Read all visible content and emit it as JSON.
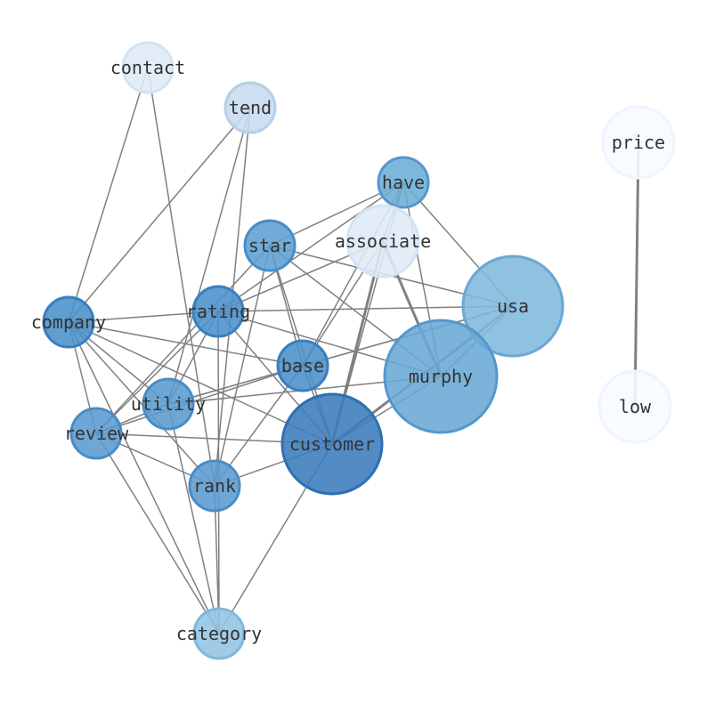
{
  "network": {
    "nodes": [
      {
        "id": "contact",
        "label": "contact",
        "color": "#deebf7"
      },
      {
        "id": "tend",
        "label": "tend",
        "color": "#c6dbef"
      },
      {
        "id": "price",
        "label": "price",
        "color": "#f7fbff"
      },
      {
        "id": "have",
        "label": "have",
        "color": "#6baed6"
      },
      {
        "id": "star",
        "label": "star",
        "color": "#5f9fd2"
      },
      {
        "id": "associate",
        "label": "associate",
        "color": "#deebf7"
      },
      {
        "id": "usa",
        "label": "usa",
        "color": "#7fb8dc"
      },
      {
        "id": "company",
        "label": "company",
        "color": "#4a90c9"
      },
      {
        "id": "rating",
        "label": "rating",
        "color": "#4a90c9"
      },
      {
        "id": "base",
        "label": "base",
        "color": "#4a90c9"
      },
      {
        "id": "murphy",
        "label": "murphy",
        "color": "#6aa8d5"
      },
      {
        "id": "low",
        "label": "low",
        "color": "#f7fbff"
      },
      {
        "id": "utility",
        "label": "utility",
        "color": "#5a9bd0"
      },
      {
        "id": "review",
        "label": "review",
        "color": "#5a9bd0"
      },
      {
        "id": "customer",
        "label": "customer",
        "color": "#3b7bbd"
      },
      {
        "id": "rank",
        "label": "rank",
        "color": "#5a9bd0"
      },
      {
        "id": "category",
        "label": "category",
        "color": "#92c4e2"
      }
    ],
    "edges": [
      {
        "source": "contact",
        "target": "company"
      },
      {
        "source": "contact",
        "target": "rank"
      },
      {
        "source": "tend",
        "target": "company"
      },
      {
        "source": "tend",
        "target": "utility"
      },
      {
        "source": "tend",
        "target": "rank"
      },
      {
        "source": "have",
        "target": "rating"
      },
      {
        "source": "have",
        "target": "base"
      },
      {
        "source": "have",
        "target": "murphy"
      },
      {
        "source": "have",
        "target": "usa"
      },
      {
        "source": "have",
        "target": "associate"
      },
      {
        "source": "have",
        "target": "customer"
      },
      {
        "source": "star",
        "target": "have"
      },
      {
        "source": "star",
        "target": "usa"
      },
      {
        "source": "star",
        "target": "murphy"
      },
      {
        "source": "star",
        "target": "base"
      },
      {
        "source": "star",
        "target": "customer"
      },
      {
        "source": "star",
        "target": "rank"
      },
      {
        "source": "star",
        "target": "review"
      },
      {
        "source": "associate",
        "target": "customer",
        "heavy": true
      },
      {
        "source": "associate",
        "target": "murphy",
        "heavy": true
      },
      {
        "source": "associate",
        "target": "rating"
      },
      {
        "source": "associate",
        "target": "base"
      },
      {
        "source": "usa",
        "target": "customer",
        "heavy": true
      },
      {
        "source": "usa",
        "target": "rating"
      },
      {
        "source": "usa",
        "target": "base"
      },
      {
        "source": "usa",
        "target": "utility"
      },
      {
        "source": "usa",
        "target": "murphy"
      },
      {
        "source": "company",
        "target": "rating"
      },
      {
        "source": "company",
        "target": "base"
      },
      {
        "source": "company",
        "target": "customer"
      },
      {
        "source": "company",
        "target": "review"
      },
      {
        "source": "company",
        "target": "rank"
      },
      {
        "source": "company",
        "target": "category"
      },
      {
        "source": "company",
        "target": "utility"
      },
      {
        "source": "rating",
        "target": "murphy"
      },
      {
        "source": "rating",
        "target": "customer"
      },
      {
        "source": "rating",
        "target": "review"
      },
      {
        "source": "rating",
        "target": "category"
      },
      {
        "source": "rating",
        "target": "utility"
      },
      {
        "source": "base",
        "target": "customer"
      },
      {
        "source": "base",
        "target": "review"
      },
      {
        "source": "base",
        "target": "utility"
      },
      {
        "source": "base",
        "target": "rank"
      },
      {
        "source": "murphy",
        "target": "customer"
      },
      {
        "source": "murphy",
        "target": "utility"
      },
      {
        "source": "utility",
        "target": "review"
      },
      {
        "source": "utility",
        "target": "category"
      },
      {
        "source": "review",
        "target": "customer"
      },
      {
        "source": "review",
        "target": "rank"
      },
      {
        "source": "review",
        "target": "category"
      },
      {
        "source": "customer",
        "target": "rank"
      },
      {
        "source": "customer",
        "target": "category"
      },
      {
        "source": "rank",
        "target": "category"
      },
      {
        "source": "price",
        "target": "low",
        "heavy": true
      }
    ]
  }
}
